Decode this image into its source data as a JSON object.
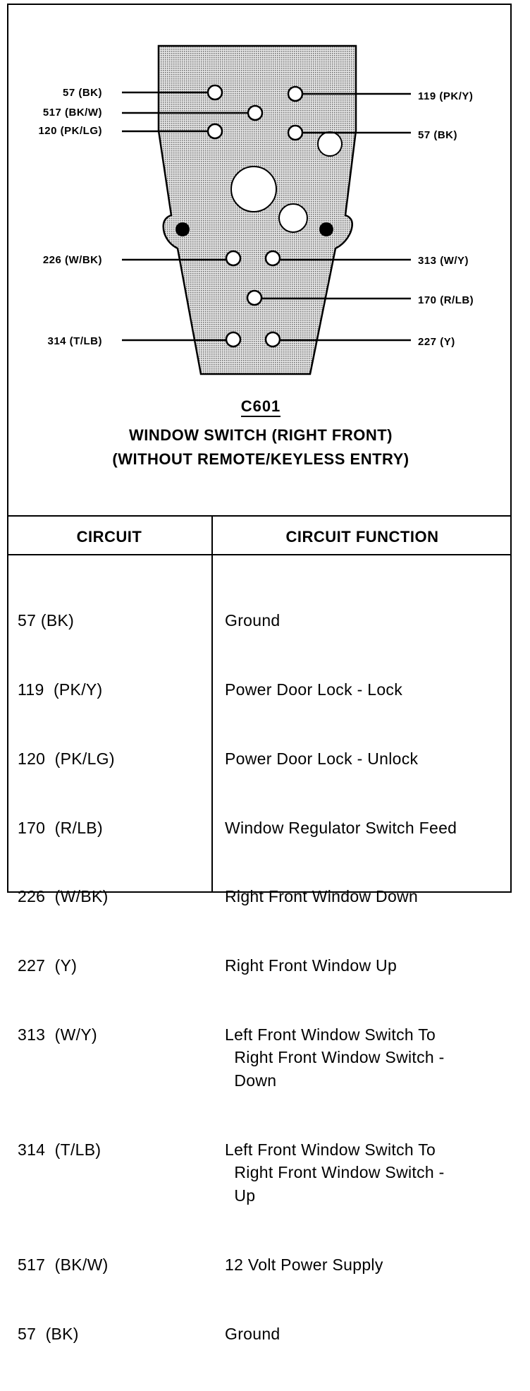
{
  "connector": {
    "id": "C601",
    "title_line1": "WINDOW SWITCH (RIGHT FRONT)",
    "title_line2": "(WITHOUT REMOTE/KEYLESS ENTRY)"
  },
  "pins": {
    "left": [
      "57 (BK)",
      "517 (BK/W)",
      "120 (PK/LG)",
      "226 (W/BK)",
      "314 (T/LB)"
    ],
    "right": [
      "119 (PK/Y)",
      "57 (BK)",
      "313 (W/Y)",
      "170 (R/LB)",
      "227 (Y)"
    ]
  },
  "table": {
    "headers": [
      "CIRCUIT",
      "CIRCUIT FUNCTION"
    ],
    "rows": [
      {
        "circuit": "57 (BK)",
        "function": "Ground"
      },
      {
        "circuit": "119  (PK/Y)",
        "function": "Power Door Lock - Lock"
      },
      {
        "circuit": "120  (PK/LG)",
        "function": "Power Door Lock - Unlock"
      },
      {
        "circuit": "170  (R/LB)",
        "function": "Window Regulator Switch Feed"
      },
      {
        "circuit": "226  (W/BK)",
        "function": "Right Front Window Down"
      },
      {
        "circuit": "227  (Y)",
        "function": "Right Front Window Up"
      },
      {
        "circuit": "313  (W/Y)",
        "function": "Left Front Window Switch To\n  Right Front Window Switch -\n  Down"
      },
      {
        "circuit": "314  (T/LB)",
        "function": "Left Front Window Switch To\n  Right Front Window Switch -\n  Up"
      },
      {
        "circuit": "517  (BK/W)",
        "function": "12 Volt Power Supply"
      },
      {
        "circuit": "57  (BK)",
        "function": "Ground"
      }
    ]
  },
  "colors": {
    "line": "#000000",
    "connector_fill": "#c8c8c8",
    "background": "#ffffff"
  }
}
